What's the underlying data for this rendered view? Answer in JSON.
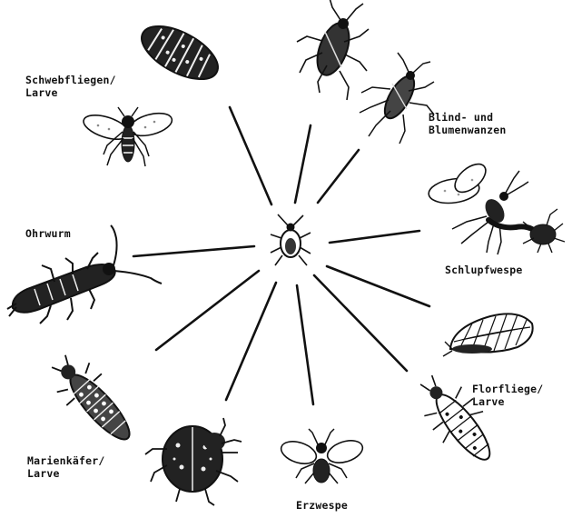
{
  "labels": {
    "hoverfly_l1": "Schwebfliegen/",
    "hoverfly_l2": "Larve",
    "bugs_l1": "Blind- und",
    "bugs_l2": "Blumenwanzen",
    "earwig": "Ohrwurm",
    "wasp": "Schlupfwespe",
    "lacewing_l1": "Florfliege/",
    "lacewing_l2": "Larve",
    "ladybird_l1": "Marienkäfer/",
    "ladybird_l2": "Larve",
    "chalcid": "Erzwespe"
  },
  "colors": {
    "ink": "#111111",
    "paper": "#ffffff"
  }
}
